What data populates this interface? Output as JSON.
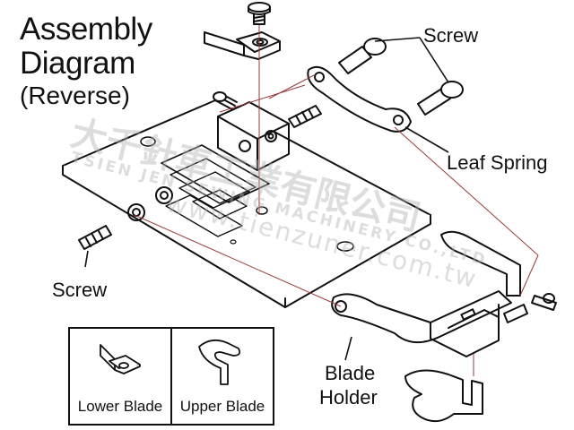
{
  "title": {
    "line1": "Assembly",
    "line2": "Diagram",
    "line3": "(Reverse)"
  },
  "labels": {
    "screw_top": "Screw",
    "leaf_spring": "Leaf Spring",
    "screw_left": "Screw",
    "blade_holder_line1": "Blade",
    "blade_holder_line2": "Holder"
  },
  "legend": {
    "lower_blade": "Lower Blade",
    "upper_blade": "Upper Blade"
  },
  "watermark": {
    "line1": "大千針車工業有限公司",
    "line2": "TSIEN JEN SEWING MACHINERY CO.,LTD",
    "line3": "www.tienzuner.com.tw"
  },
  "colors": {
    "stroke": "#111111",
    "guide": "#9b3b3b",
    "watermark": "#b4b4b4"
  }
}
